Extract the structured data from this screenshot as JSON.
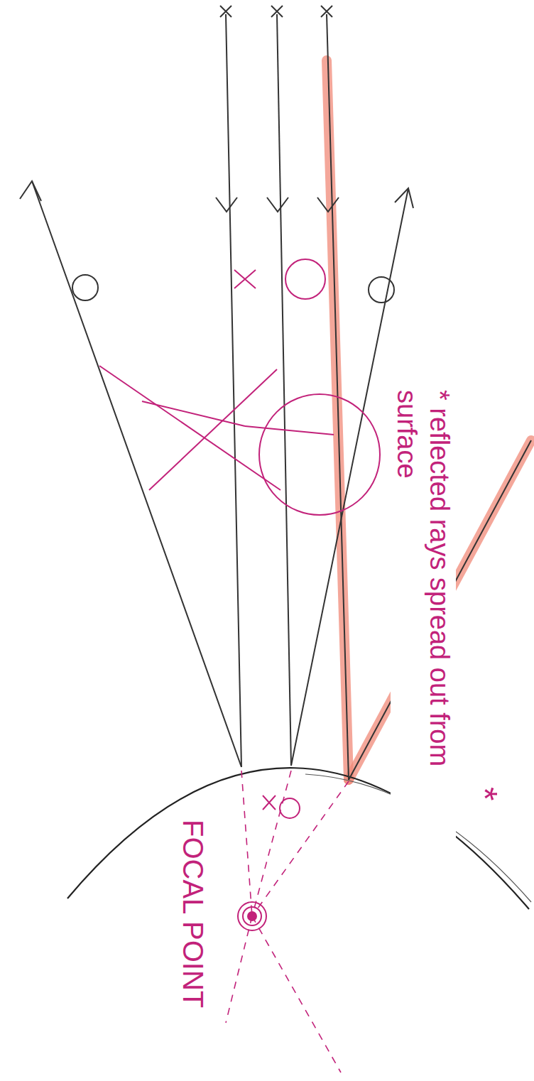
{
  "diagram": {
    "labels": [
      "*",
      "FOCAL POINT",
      "* reflected rays spread out from surface"
    ]
  }
}
